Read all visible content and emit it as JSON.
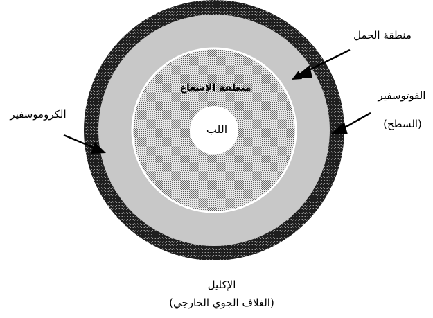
{
  "diagram": {
    "labels": {
      "convection_zone": "منطقة الحمل",
      "radiation_zone": "منطقة الإشعاع",
      "core": "اللب",
      "photosphere": "الفوتوسفير",
      "photosphere_note": "(السطح)",
      "chromosphere": "الكروموسفير",
      "corona": "الإكليل",
      "corona_note": "(الغلاف الجوي الخارجي)"
    },
    "colors": {
      "outer_ring": "#2a2a2a",
      "convection_band": "#c8c8c8",
      "radiation_zone": "#9a9a9a",
      "core": "#ffffff",
      "arrows": "#000000"
    }
  }
}
